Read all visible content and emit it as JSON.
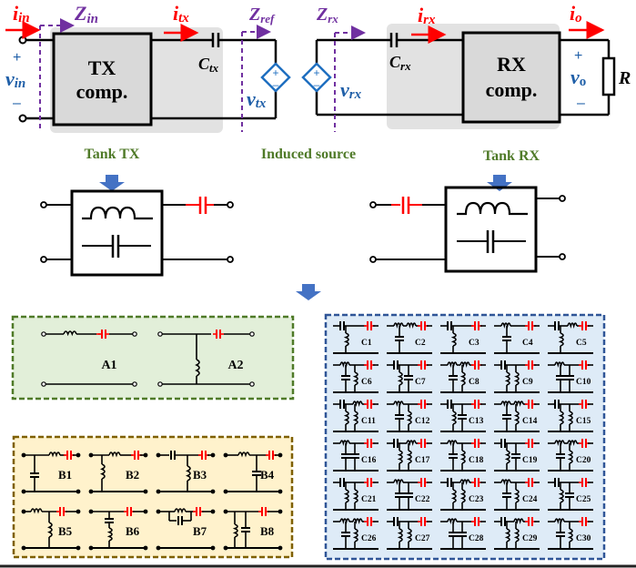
{
  "top_circuit": {
    "i_in": "i",
    "i_in_sub": "in",
    "z_in": "Z",
    "z_in_sub": "in",
    "v_in": "v",
    "v_in_sub": "in",
    "plus": "+",
    "minus": "–",
    "tx_comp_line1": "TX",
    "tx_comp_line2": "comp.",
    "i_tx": "i",
    "i_tx_sub": "tx",
    "c_tx": "C",
    "c_tx_sub": "tx",
    "z_ref": "Z",
    "z_ref_sub": "ref",
    "v_tx": "v",
    "v_tx_sub": "tx",
    "z_rx": "Z",
    "z_rx_sub": "rx",
    "v_rx": "v",
    "v_rx_sub": "rx",
    "c_rx": "C",
    "c_rx_sub": "rx",
    "i_rx": "i",
    "i_rx_sub": "rx",
    "rx_comp_line1": "RX",
    "rx_comp_line2": "comp.",
    "i_o": "i",
    "i_o_sub": "o",
    "v_o": "v",
    "v_o_sub": "o",
    "r_load": "R"
  },
  "captions": {
    "tank_tx": "Tank TX",
    "induced_source": "Induced source",
    "tank_rx": "Tank RX"
  },
  "colors": {
    "current_red": "#ff0000",
    "impedance_purple": "#7030a0",
    "voltage_blue": "#1f5fa8",
    "source_blue": "#1f6fc0",
    "caption_green": "#4f7a28",
    "arrow_blue": "#4472c4",
    "group_a_border": "#4f7a28",
    "group_a_fill": "#e2efd9",
    "group_b_border": "#7f6000",
    "group_b_fill": "#fff2cc",
    "group_c_border": "#2f5597",
    "group_c_fill": "#deebf7"
  },
  "group_a": {
    "labels": [
      "A1",
      "A2"
    ]
  },
  "group_b": {
    "labels": [
      "B1",
      "B2",
      "B3",
      "B4",
      "B5",
      "B6",
      "B7",
      "B8"
    ]
  },
  "group_c": {
    "labels": [
      "C1",
      "C2",
      "C3",
      "C4",
      "C5",
      "C6",
      "C7",
      "C8",
      "C9",
      "C10",
      "C11",
      "C12",
      "C13",
      "C14",
      "C15",
      "C16",
      "C17",
      "C18",
      "C19",
      "C20",
      "C21",
      "C22",
      "C23",
      "C24",
      "C25",
      "C26",
      "C27",
      "C28",
      "C29",
      "C30"
    ]
  }
}
